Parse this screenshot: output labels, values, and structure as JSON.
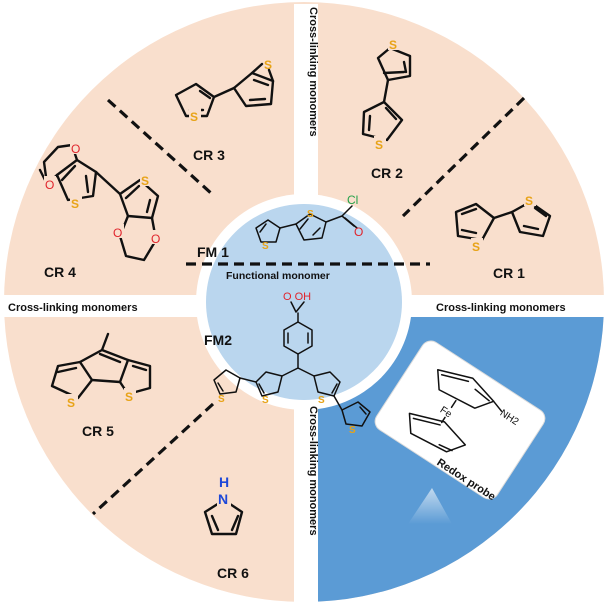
{
  "labels": {
    "cr1": "CR 1",
    "cr2": "CR 2",
    "cr3": "CR 3",
    "cr4": "CR 4",
    "cr5": "CR 5",
    "cr6": "CR 6",
    "fm1": "FM 1",
    "fm2": "FM2",
    "functional": "Functional monomer",
    "crosslink_left": "Cross-linking monomers",
    "crosslink_right": "Cross-linking monomers",
    "crosslink_top": "Cross-linking monomers",
    "crosslink_bottom": "Cross-linking monomers",
    "redox": "Redox probe"
  },
  "atoms": {
    "s": "S",
    "o": "O",
    "cl": "Cl",
    "oh": "O  OH",
    "h": "H",
    "n": "N",
    "fe": "Fe",
    "nh2": "NH2"
  },
  "colors": {
    "ring": "#f9dfcd",
    "inner": "#bad6ee",
    "probe_quadrant": "#5b9bd5",
    "sulfur": "#e8a317",
    "oxygen": "#e0242c",
    "chlorine": "#25a24a",
    "nitrogen": "#1e48d8"
  }
}
